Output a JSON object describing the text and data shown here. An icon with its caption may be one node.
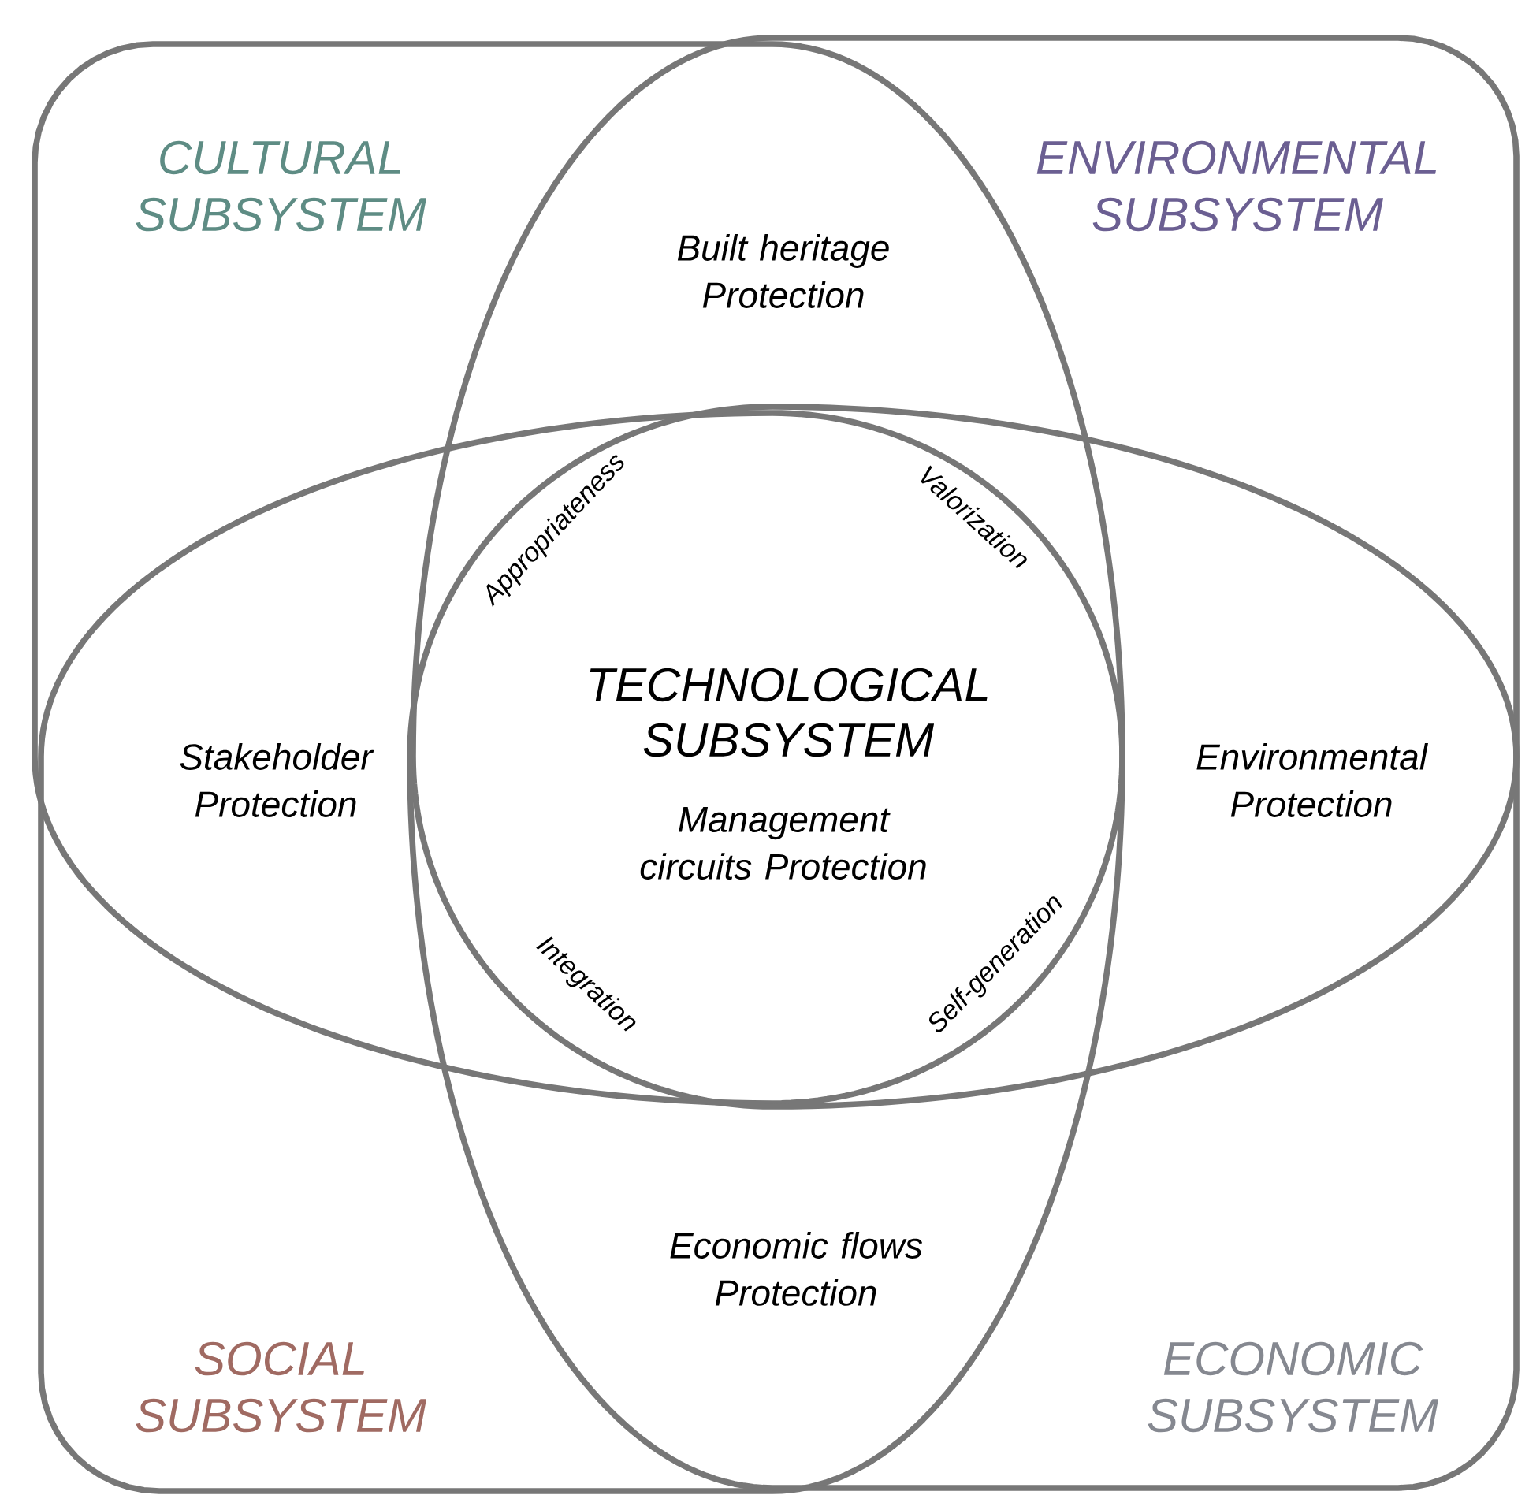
{
  "diagram": {
    "nodes": [
      {
        "text": [
          "CULTURAL SUBSYSTEM"
        ]
      },
      {
        "text": [
          "ENVIRONMENTAL SUBSYSTEM"
        ]
      },
      {
        "text": [
          "SOCIAL SUBSYSTEM"
        ]
      },
      {
        "text": [
          "ECONOMIC SUBSYSTEM"
        ]
      }
    ],
    "labels": [
      "Built heritage Protection",
      "Appropriateness",
      "Valorization",
      "TECHNOLOGICAL SUBSYSTEM",
      "Stakeholder Protection",
      "Environmental Protection",
      "Management circuits Protection",
      "Integration",
      "Self-generation",
      "Economic flows Protection"
    ]
  }
}
